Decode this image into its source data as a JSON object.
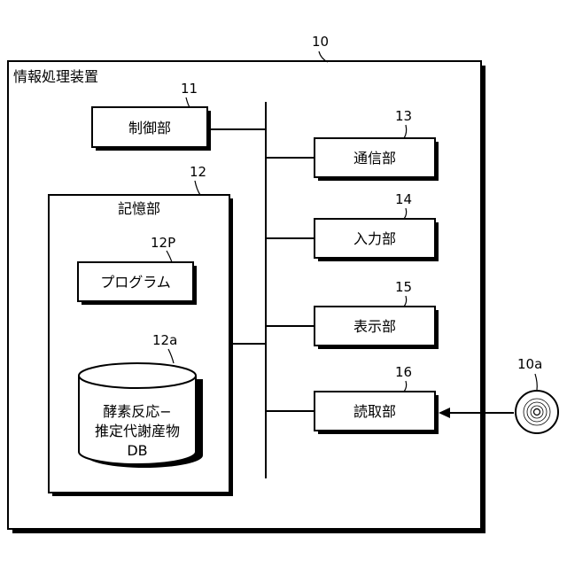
{
  "device": {
    "ref": "10",
    "title": "情報処理装置"
  },
  "control": {
    "ref": "11",
    "label": "制御部"
  },
  "storage": {
    "ref": "12",
    "label": "記憶部"
  },
  "program": {
    "ref": "12P",
    "label": "プログラム"
  },
  "database": {
    "ref": "12a",
    "line1": "酵素反応−",
    "line2": "推定代謝産物",
    "line3": "DB"
  },
  "comm": {
    "ref": "13",
    "label": "通信部"
  },
  "input": {
    "ref": "14",
    "label": "入力部"
  },
  "display": {
    "ref": "15",
    "label": "表示部"
  },
  "reader": {
    "ref": "16",
    "label": "読取部"
  },
  "disc": {
    "ref": "10a"
  }
}
